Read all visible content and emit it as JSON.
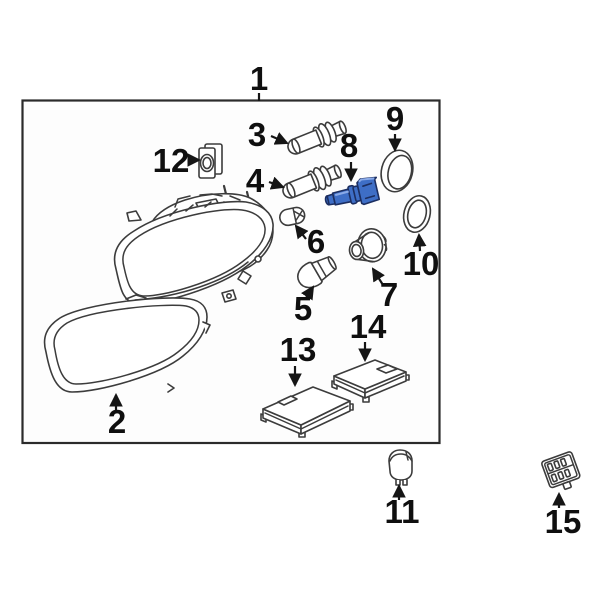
{
  "diagram": {
    "subject": "Headlight components exploded-view parts diagram",
    "colors": {
      "background": "#ffffff",
      "panel_fill": "#fdfdfd",
      "panel_border": "#2b2b2b",
      "line_art": "#3c3c3c",
      "label_text": "#0f0f0f",
      "highlight_fill": "#3e6ec6",
      "highlight_outline": "#1c2e60",
      "highlight_shine": "#8aaae8"
    },
    "highlighted_callout": "8",
    "callouts": [
      {
        "number": "1",
        "part_icon": "headlight-assembly"
      },
      {
        "number": "2",
        "part_icon": "headlight-lens"
      },
      {
        "number": "3",
        "part_icon": "halogen-bulb"
      },
      {
        "number": "4",
        "part_icon": "halogen-bulb"
      },
      {
        "number": "5",
        "part_icon": "wedge-bulb"
      },
      {
        "number": "6",
        "part_icon": "side-marker-bulb"
      },
      {
        "number": "7",
        "part_icon": "bulb-socket-retainer"
      },
      {
        "number": "8",
        "part_icon": "bulb-socket-highlighted"
      },
      {
        "number": "9",
        "part_icon": "seal-cap"
      },
      {
        "number": "10",
        "part_icon": "seal-ring"
      },
      {
        "number": "11",
        "part_icon": "connector-cap"
      },
      {
        "number": "12",
        "part_icon": "adjuster-bracket"
      },
      {
        "number": "13",
        "part_icon": "control-module"
      },
      {
        "number": "14",
        "part_icon": "igniter-module"
      },
      {
        "number": "15",
        "part_icon": "wiring-connector"
      }
    ]
  }
}
